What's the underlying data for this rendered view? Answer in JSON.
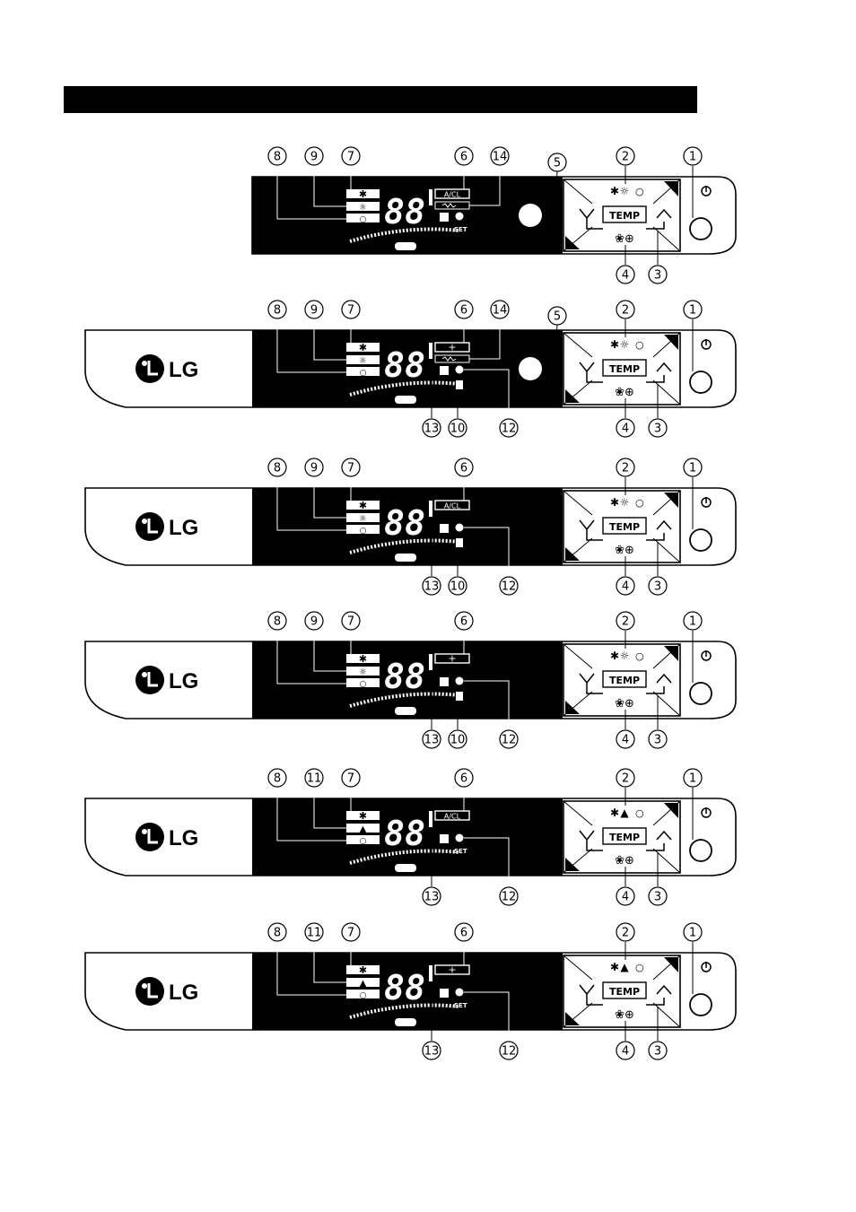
{
  "panels": [
    {
      "variant": "A",
      "has_logo": false,
      "labels_top": [
        "8",
        "9",
        "7",
        "6",
        "14",
        "5",
        "2",
        "1"
      ],
      "labels_bottom": [
        "4",
        "3"
      ],
      "button_label": "A/CL",
      "mode_icon": "sun-icon"
    },
    {
      "variant": "B",
      "has_logo": true,
      "labels_top": [
        "8",
        "9",
        "7",
        "6",
        "14",
        "5",
        "2",
        "1"
      ],
      "labels_bottom": [
        "13",
        "10",
        "12",
        "4",
        "3"
      ],
      "button_label": "+",
      "mode_icon": "sun-icon"
    },
    {
      "variant": "C",
      "has_logo": true,
      "labels_top": [
        "8",
        "9",
        "7",
        "6",
        "2",
        "1"
      ],
      "labels_bottom": [
        "13",
        "10",
        "12",
        "4",
        "3"
      ],
      "button_label": "A/CL",
      "mode_icon": "sun-icon"
    },
    {
      "variant": "D",
      "has_logo": true,
      "labels_top": [
        "8",
        "9",
        "7",
        "6",
        "2",
        "1"
      ],
      "labels_bottom": [
        "13",
        "10",
        "12",
        "4",
        "3"
      ],
      "button_label": "+",
      "mode_icon": "sun-icon"
    },
    {
      "variant": "E",
      "has_logo": true,
      "labels_top": [
        "8",
        "11",
        "7",
        "6",
        "2",
        "1"
      ],
      "labels_bottom": [
        "13",
        "12",
        "4",
        "3"
      ],
      "button_label": "A/CL",
      "mode_icon": "triangle-icon"
    },
    {
      "variant": "F",
      "has_logo": true,
      "labels_top": [
        "8",
        "11",
        "7",
        "6",
        "2",
        "1"
      ],
      "labels_bottom": [
        "13",
        "12",
        "4",
        "3"
      ],
      "button_label": "+",
      "mode_icon": "triangle-icon"
    }
  ],
  "common": {
    "logo_text": "LG",
    "temp_label": "TEMP",
    "digits": "88",
    "set_label": "SET"
  }
}
